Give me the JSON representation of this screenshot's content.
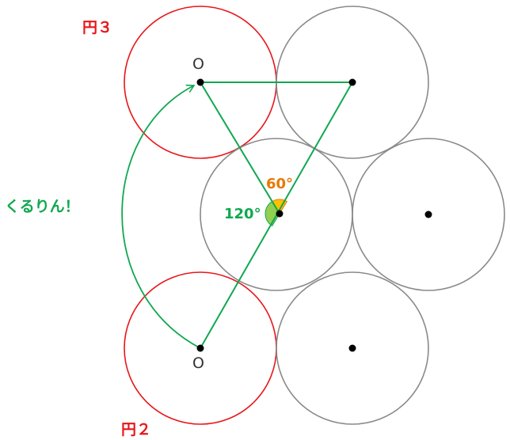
{
  "labels": {
    "circle3": "円３",
    "circle2": "円２",
    "origin_top": "O",
    "origin_bottom": "O",
    "rotate": "くるりん！",
    "angle60": "60°",
    "angle120": "120°"
  },
  "colors": {
    "red": "#e8161a",
    "gray": "#8a8a8a",
    "green": "#10a850",
    "orange": "#e87800",
    "wedge60": "#ffc000",
    "wedge120": "#92d050"
  }
}
